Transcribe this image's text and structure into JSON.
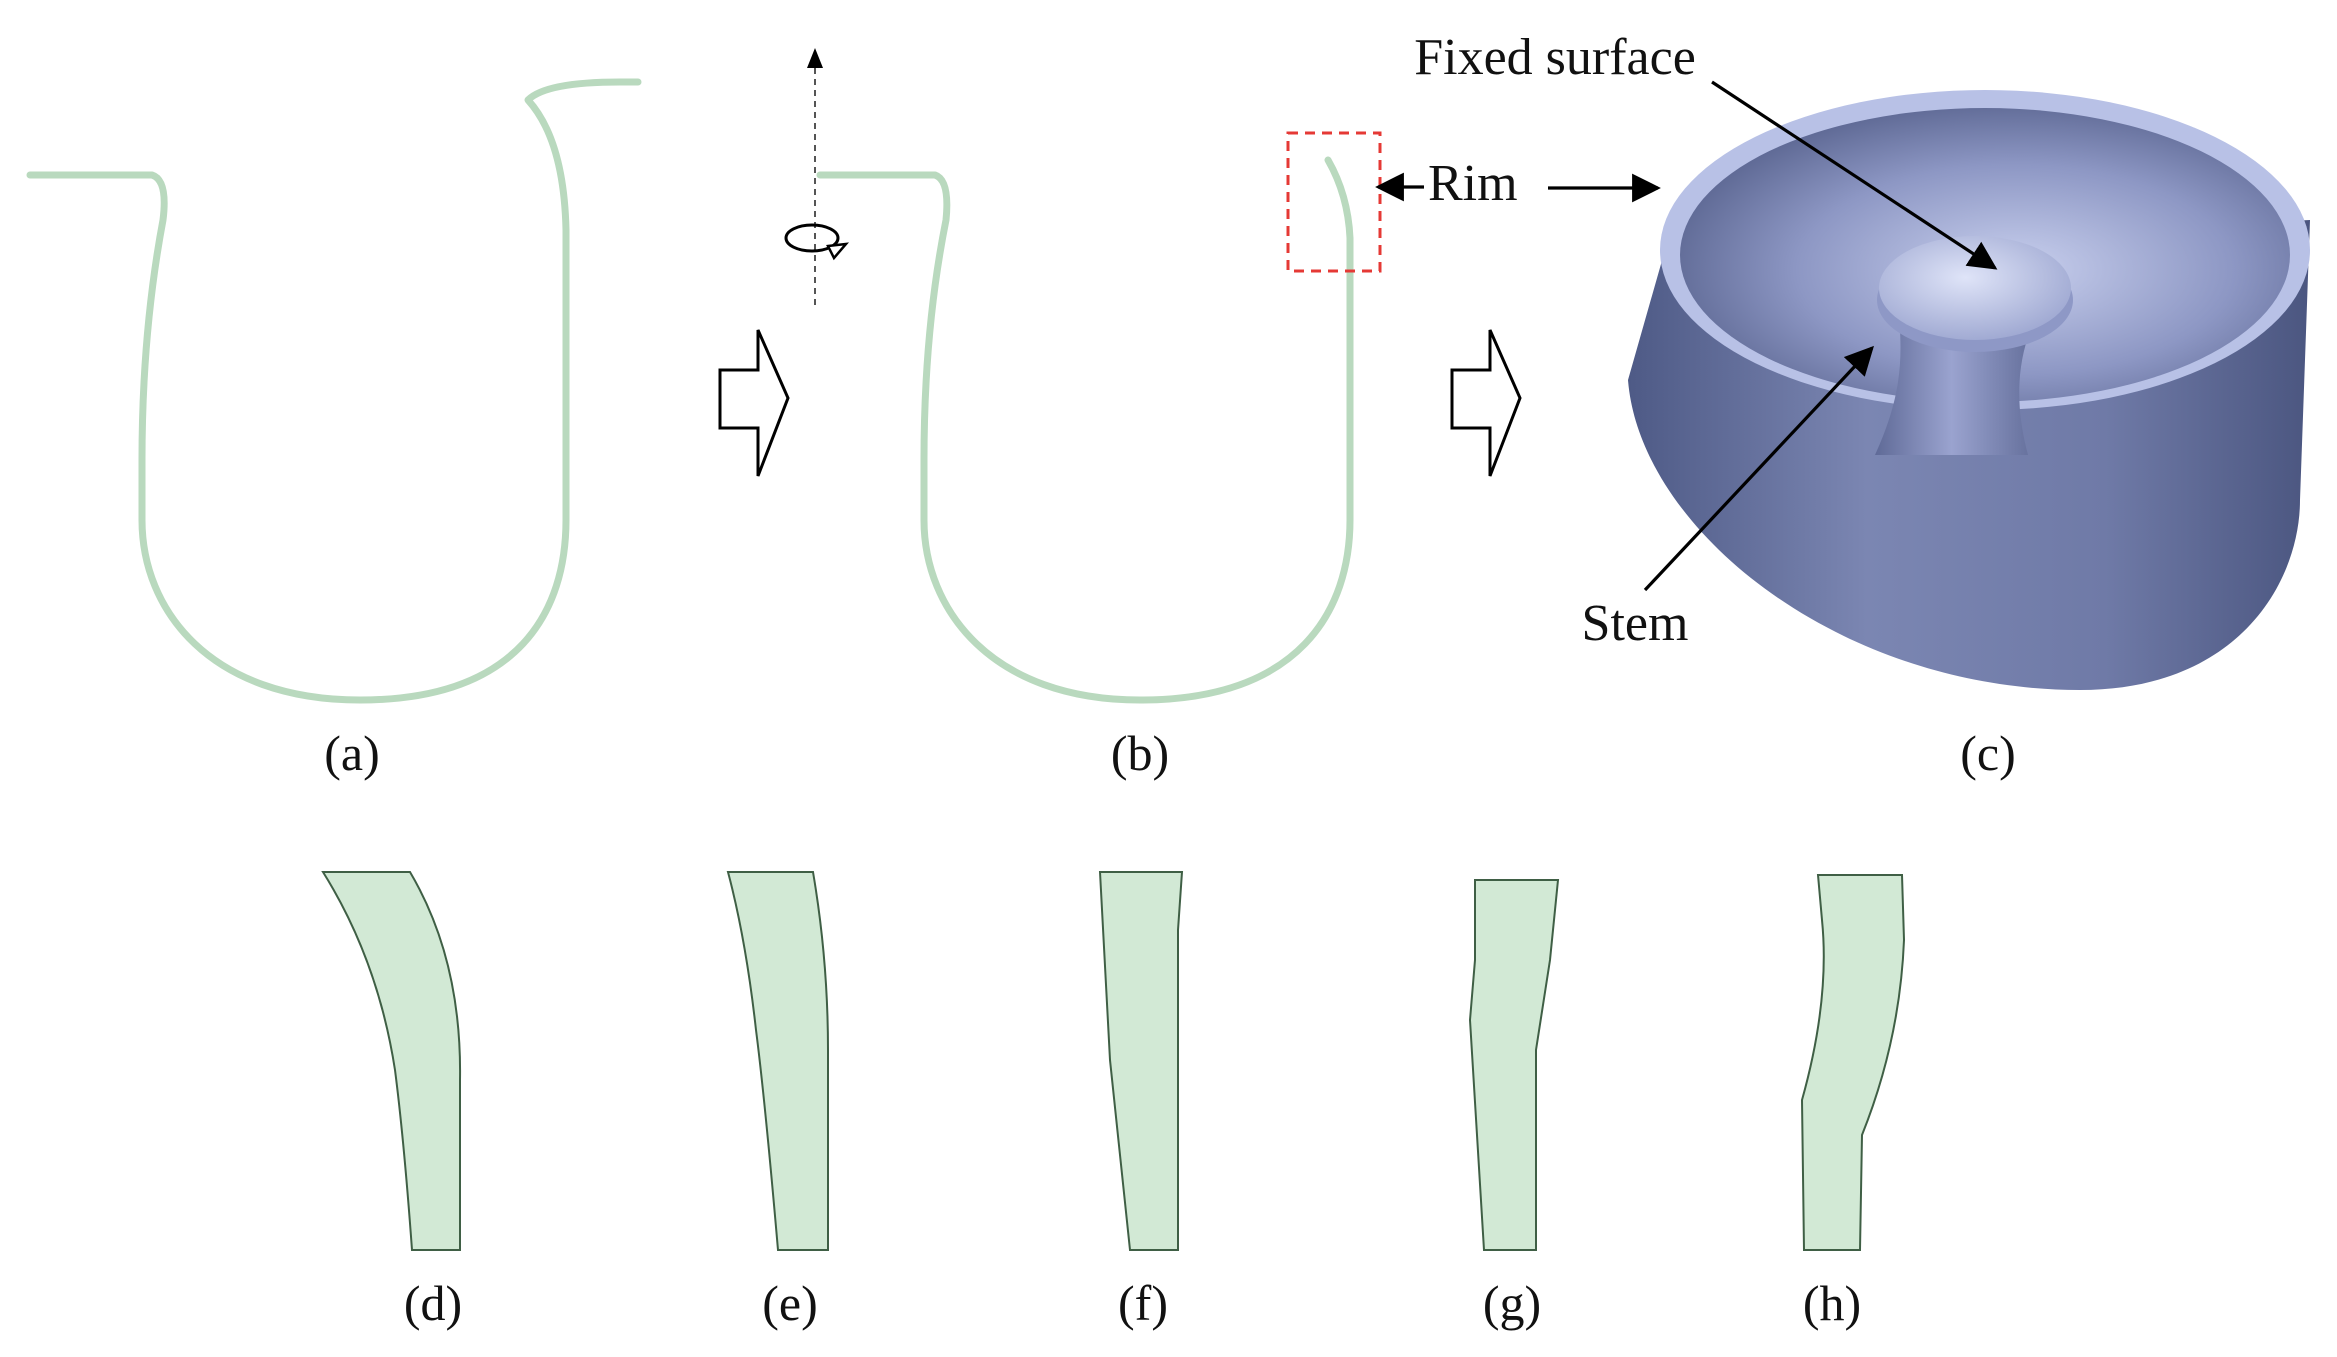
{
  "labels": {
    "panel_a": "(a)",
    "panel_b": "(b)",
    "panel_c": "(c)",
    "panel_d": "(d)",
    "panel_e": "(e)",
    "panel_f": "(f)",
    "panel_g": "(g)",
    "panel_h": "(h)"
  },
  "callouts": {
    "fixed_surface": "Fixed surface",
    "rim": "Rim",
    "stem": "Stem"
  },
  "colors": {
    "section_fill": "#d2e9d5",
    "profile_stroke": "#b9d9be",
    "model_body": "#6e7aa6",
    "highlight_box": "#e53935"
  },
  "icons": [
    "revolve-axis-arrow-icon",
    "rotation-icon",
    "step-arrow-icon"
  ]
}
